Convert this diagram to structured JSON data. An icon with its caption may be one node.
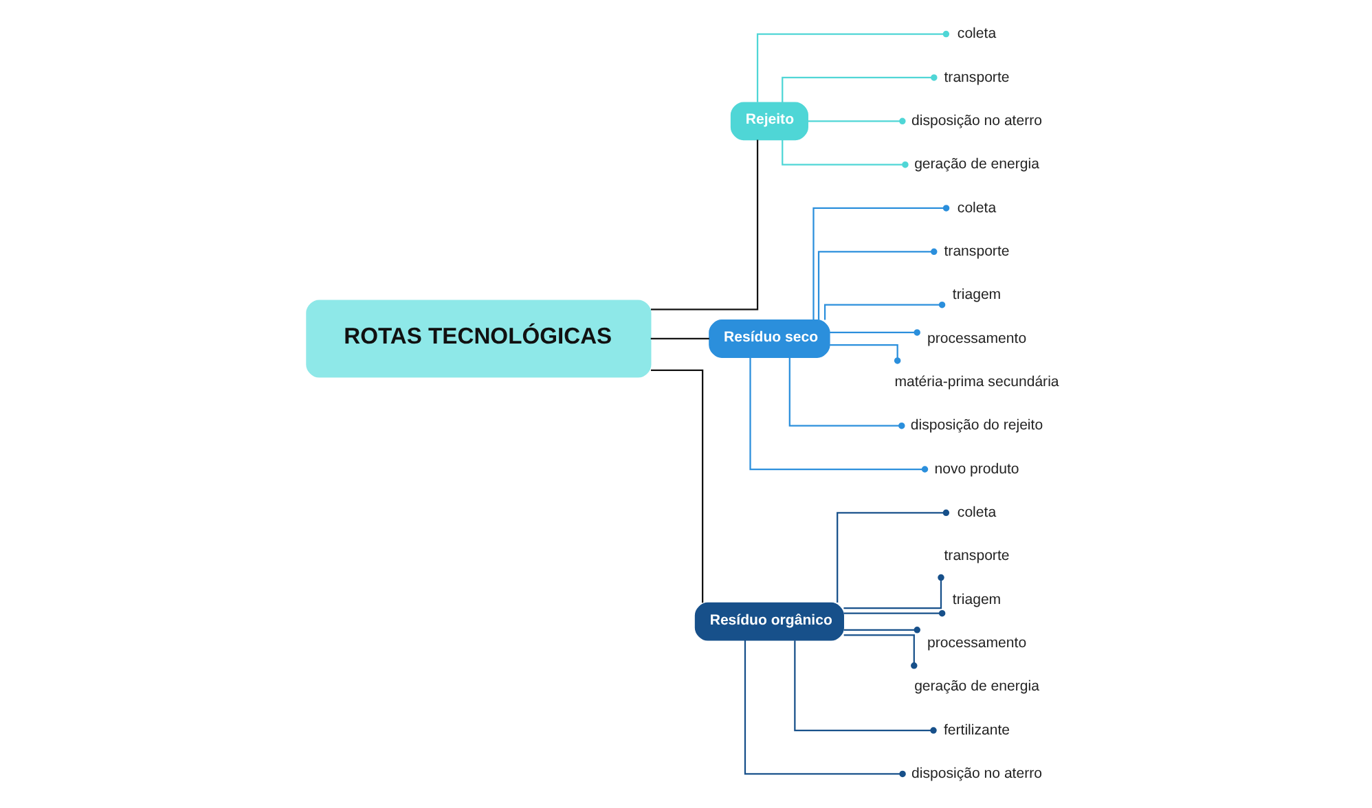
{
  "diagram": {
    "nodes": [
      {
        "text": [
          "ROTAS TECNOLÓGICAS"
        ]
      },
      {
        "text": [
          "Rejeito"
        ]
      },
      {
        "text": [
          "coleta"
        ]
      },
      {
        "text": [
          "transporte"
        ]
      },
      {
        "text": [
          "disposição no aterro"
        ]
      },
      {
        "text": [
          "geração de energia"
        ]
      },
      {
        "text": [
          "Resíduo seco"
        ]
      },
      {
        "text": [
          "coleta"
        ]
      },
      {
        "text": [
          "transporte"
        ]
      },
      {
        "text": [
          "triagem"
        ]
      },
      {
        "text": [
          "processamento"
        ]
      },
      {
        "text": [
          "matéria-prima secundária"
        ]
      },
      {
        "text": [
          "disposição do rejeito"
        ]
      },
      {
        "text": [
          "novo produto"
        ]
      },
      {
        "text": [
          "Resíduo orgânico"
        ]
      },
      {
        "text": [
          "coleta"
        ]
      },
      {
        "text": [
          "transporte"
        ]
      },
      {
        "text": [
          "triagem"
        ]
      },
      {
        "text": [
          "processamento"
        ]
      },
      {
        "text": [
          "geração de energia"
        ]
      },
      {
        "text": [
          "fertilizante"
        ]
      },
      {
        "text": [
          "disposição no aterro"
        ]
      }
    ],
    "edges": [
      {
        "from": 0,
        "to": 1,
        "arrow": "none",
        "color": "#111111"
      },
      {
        "from": 0,
        "to": 6,
        "arrow": "none",
        "color": "#111111"
      },
      {
        "from": 0,
        "to": 14,
        "arrow": "none",
        "color": "#111111"
      },
      {
        "from": 1,
        "to": 2,
        "arrow": "other",
        "color": "#4fd6d6"
      },
      {
        "from": 1,
        "to": 3,
        "arrow": "other",
        "color": "#4fd6d6"
      },
      {
        "from": 1,
        "to": 4,
        "arrow": "other",
        "color": "#4fd6d6"
      },
      {
        "from": 1,
        "to": 5,
        "arrow": "other",
        "color": "#4fd6d6"
      },
      {
        "from": 6,
        "to": 7,
        "arrow": "other",
        "color": "#2b8fdc"
      },
      {
        "from": 6,
        "to": 8,
        "arrow": "other",
        "color": "#2b8fdc"
      },
      {
        "from": 6,
        "to": 9,
        "arrow": "other",
        "color": "#2b8fdc"
      },
      {
        "from": 6,
        "to": 10,
        "arrow": "other",
        "color": "#2b8fdc"
      },
      {
        "from": 6,
        "to": 11,
        "arrow": "other",
        "color": "#2b8fdc"
      },
      {
        "from": 6,
        "to": 12,
        "arrow": "other",
        "color": "#2b8fdc"
      },
      {
        "from": 6,
        "to": 13,
        "arrow": "other",
        "color": "#2b8fdc"
      },
      {
        "from": 14,
        "to": 15,
        "arrow": "other",
        "color": "#17508a"
      },
      {
        "from": 14,
        "to": 16,
        "arrow": "other",
        "color": "#17508a"
      },
      {
        "from": 14,
        "to": 17,
        "arrow": "other",
        "color": "#17508a"
      },
      {
        "from": 14,
        "to": 18,
        "arrow": "other",
        "color": "#17508a"
      },
      {
        "from": 14,
        "to": 19,
        "arrow": "other",
        "color": "#17508a"
      },
      {
        "from": 14,
        "to": 20,
        "arrow": "other",
        "color": "#17508a"
      },
      {
        "from": 14,
        "to": 21,
        "arrow": "other",
        "color": "#17508a"
      }
    ]
  }
}
